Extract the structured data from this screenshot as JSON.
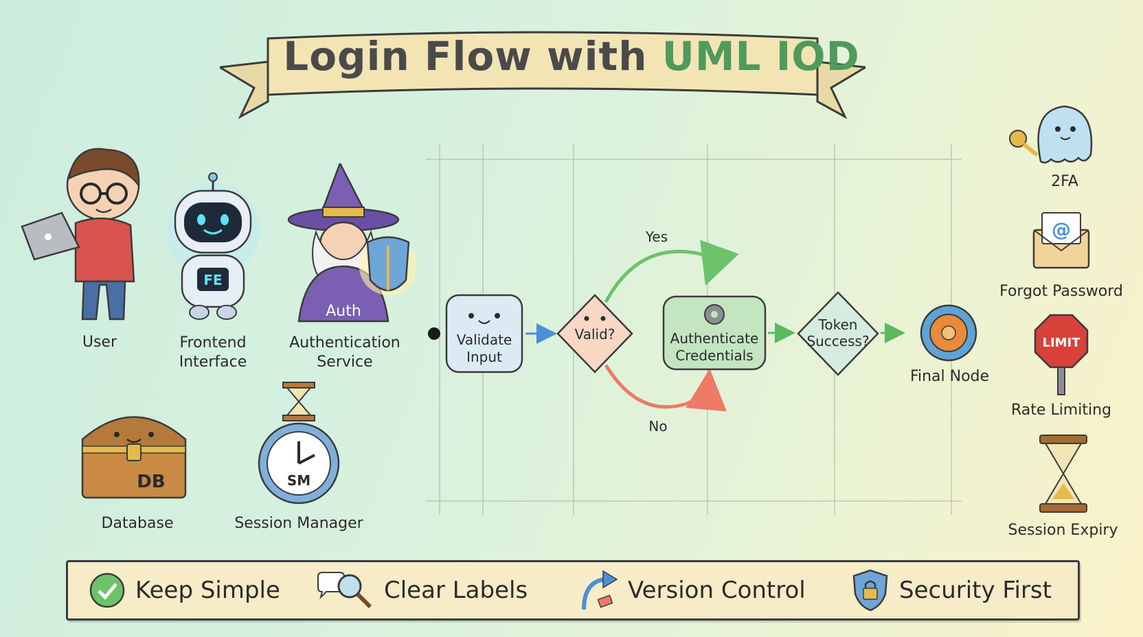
{
  "banner": {
    "title_main": "Login Flow with ",
    "title_accent": "UML IOD"
  },
  "actors": [
    {
      "label": "User"
    },
    {
      "label_line1": "Frontend",
      "label_line2": "Interface",
      "badge": "FE"
    },
    {
      "label_line1": "Authentication",
      "label_line2": "Service",
      "badge": "Auth"
    },
    {
      "label": "Database",
      "badge": "DB"
    },
    {
      "label": "Session Manager",
      "badge": "SM"
    }
  ],
  "flow": {
    "validate_line1": "Validate",
    "validate_line2": "Input",
    "valid": "Valid?",
    "yes": "Yes",
    "no": "No",
    "auth_line1": "Authenticate",
    "auth_line2": "Credentials",
    "token_line1": "Token",
    "token_line2": "Success?",
    "final": "Final Node"
  },
  "extras": [
    {
      "label": "2FA"
    },
    {
      "label": "Forgot Password"
    },
    {
      "label": "Rate Limiting",
      "sign": "LIMIT"
    },
    {
      "label": "Session Expiry"
    }
  ],
  "tips": [
    {
      "label": "Keep Simple",
      "icon": "check-icon"
    },
    {
      "label": "Clear Labels",
      "icon": "magnifier-icon"
    },
    {
      "label": "Version Control",
      "icon": "curved-arrow-icon"
    },
    {
      "label": "Security First",
      "icon": "shield-lock-icon"
    }
  ],
  "colors": {
    "yes_arrow": "#6cc36a",
    "no_arrow": "#ef7a66",
    "flow_arrow_blue": "#4a90d9",
    "flow_arrow_green": "#5cb85c",
    "accent_title": "#4f9a5c"
  }
}
